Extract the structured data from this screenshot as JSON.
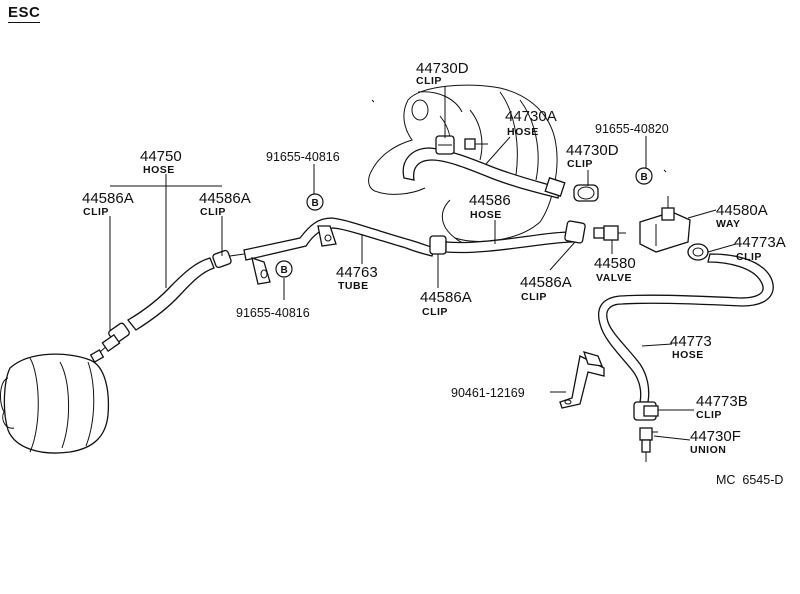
{
  "header": {
    "badge": "ESC"
  },
  "drawing_code": "MC  6545-D",
  "bolt_symbol": "B",
  "parts": [
    {
      "id": "p44730D_top",
      "number": "44730D",
      "label": "CLIP"
    },
    {
      "id": "p44730A",
      "number": "44730A",
      "label": "HOSE"
    },
    {
      "id": "p91655_40820",
      "number": "91655-40820",
      "label": ""
    },
    {
      "id": "p44730D_right",
      "number": "44730D",
      "label": "CLIP"
    },
    {
      "id": "p44750",
      "number": "44750",
      "label": "HOSE"
    },
    {
      "id": "p91655_40816_top",
      "number": "91655-40816",
      "label": ""
    },
    {
      "id": "p44586A_left",
      "number": "44586A",
      "label": "CLIP"
    },
    {
      "id": "p44586A_left2",
      "number": "44586A",
      "label": "CLIP"
    },
    {
      "id": "p44586",
      "number": "44586",
      "label": "HOSE"
    },
    {
      "id": "p44580A",
      "number": "44580A",
      "label": "WAY"
    },
    {
      "id": "p44773A",
      "number": "44773A",
      "label": "CLIP"
    },
    {
      "id": "p44763",
      "number": "44763",
      "label": "TUBE"
    },
    {
      "id": "p44580",
      "number": "44580",
      "label": "VALVE"
    },
    {
      "id": "p44586A_mid",
      "number": "44586A",
      "label": "CLIP"
    },
    {
      "id": "p44586A_center",
      "number": "44586A",
      "label": "CLIP"
    },
    {
      "id": "p91655_40816_bot",
      "number": "91655-40816",
      "label": ""
    },
    {
      "id": "p44773",
      "number": "44773",
      "label": "HOSE"
    },
    {
      "id": "p90461_12169",
      "number": "90461-12169",
      "label": ""
    },
    {
      "id": "p44773B",
      "number": "44773B",
      "label": "CLIP"
    },
    {
      "id": "p44730F",
      "number": "44730F",
      "label": "UNION"
    }
  ]
}
